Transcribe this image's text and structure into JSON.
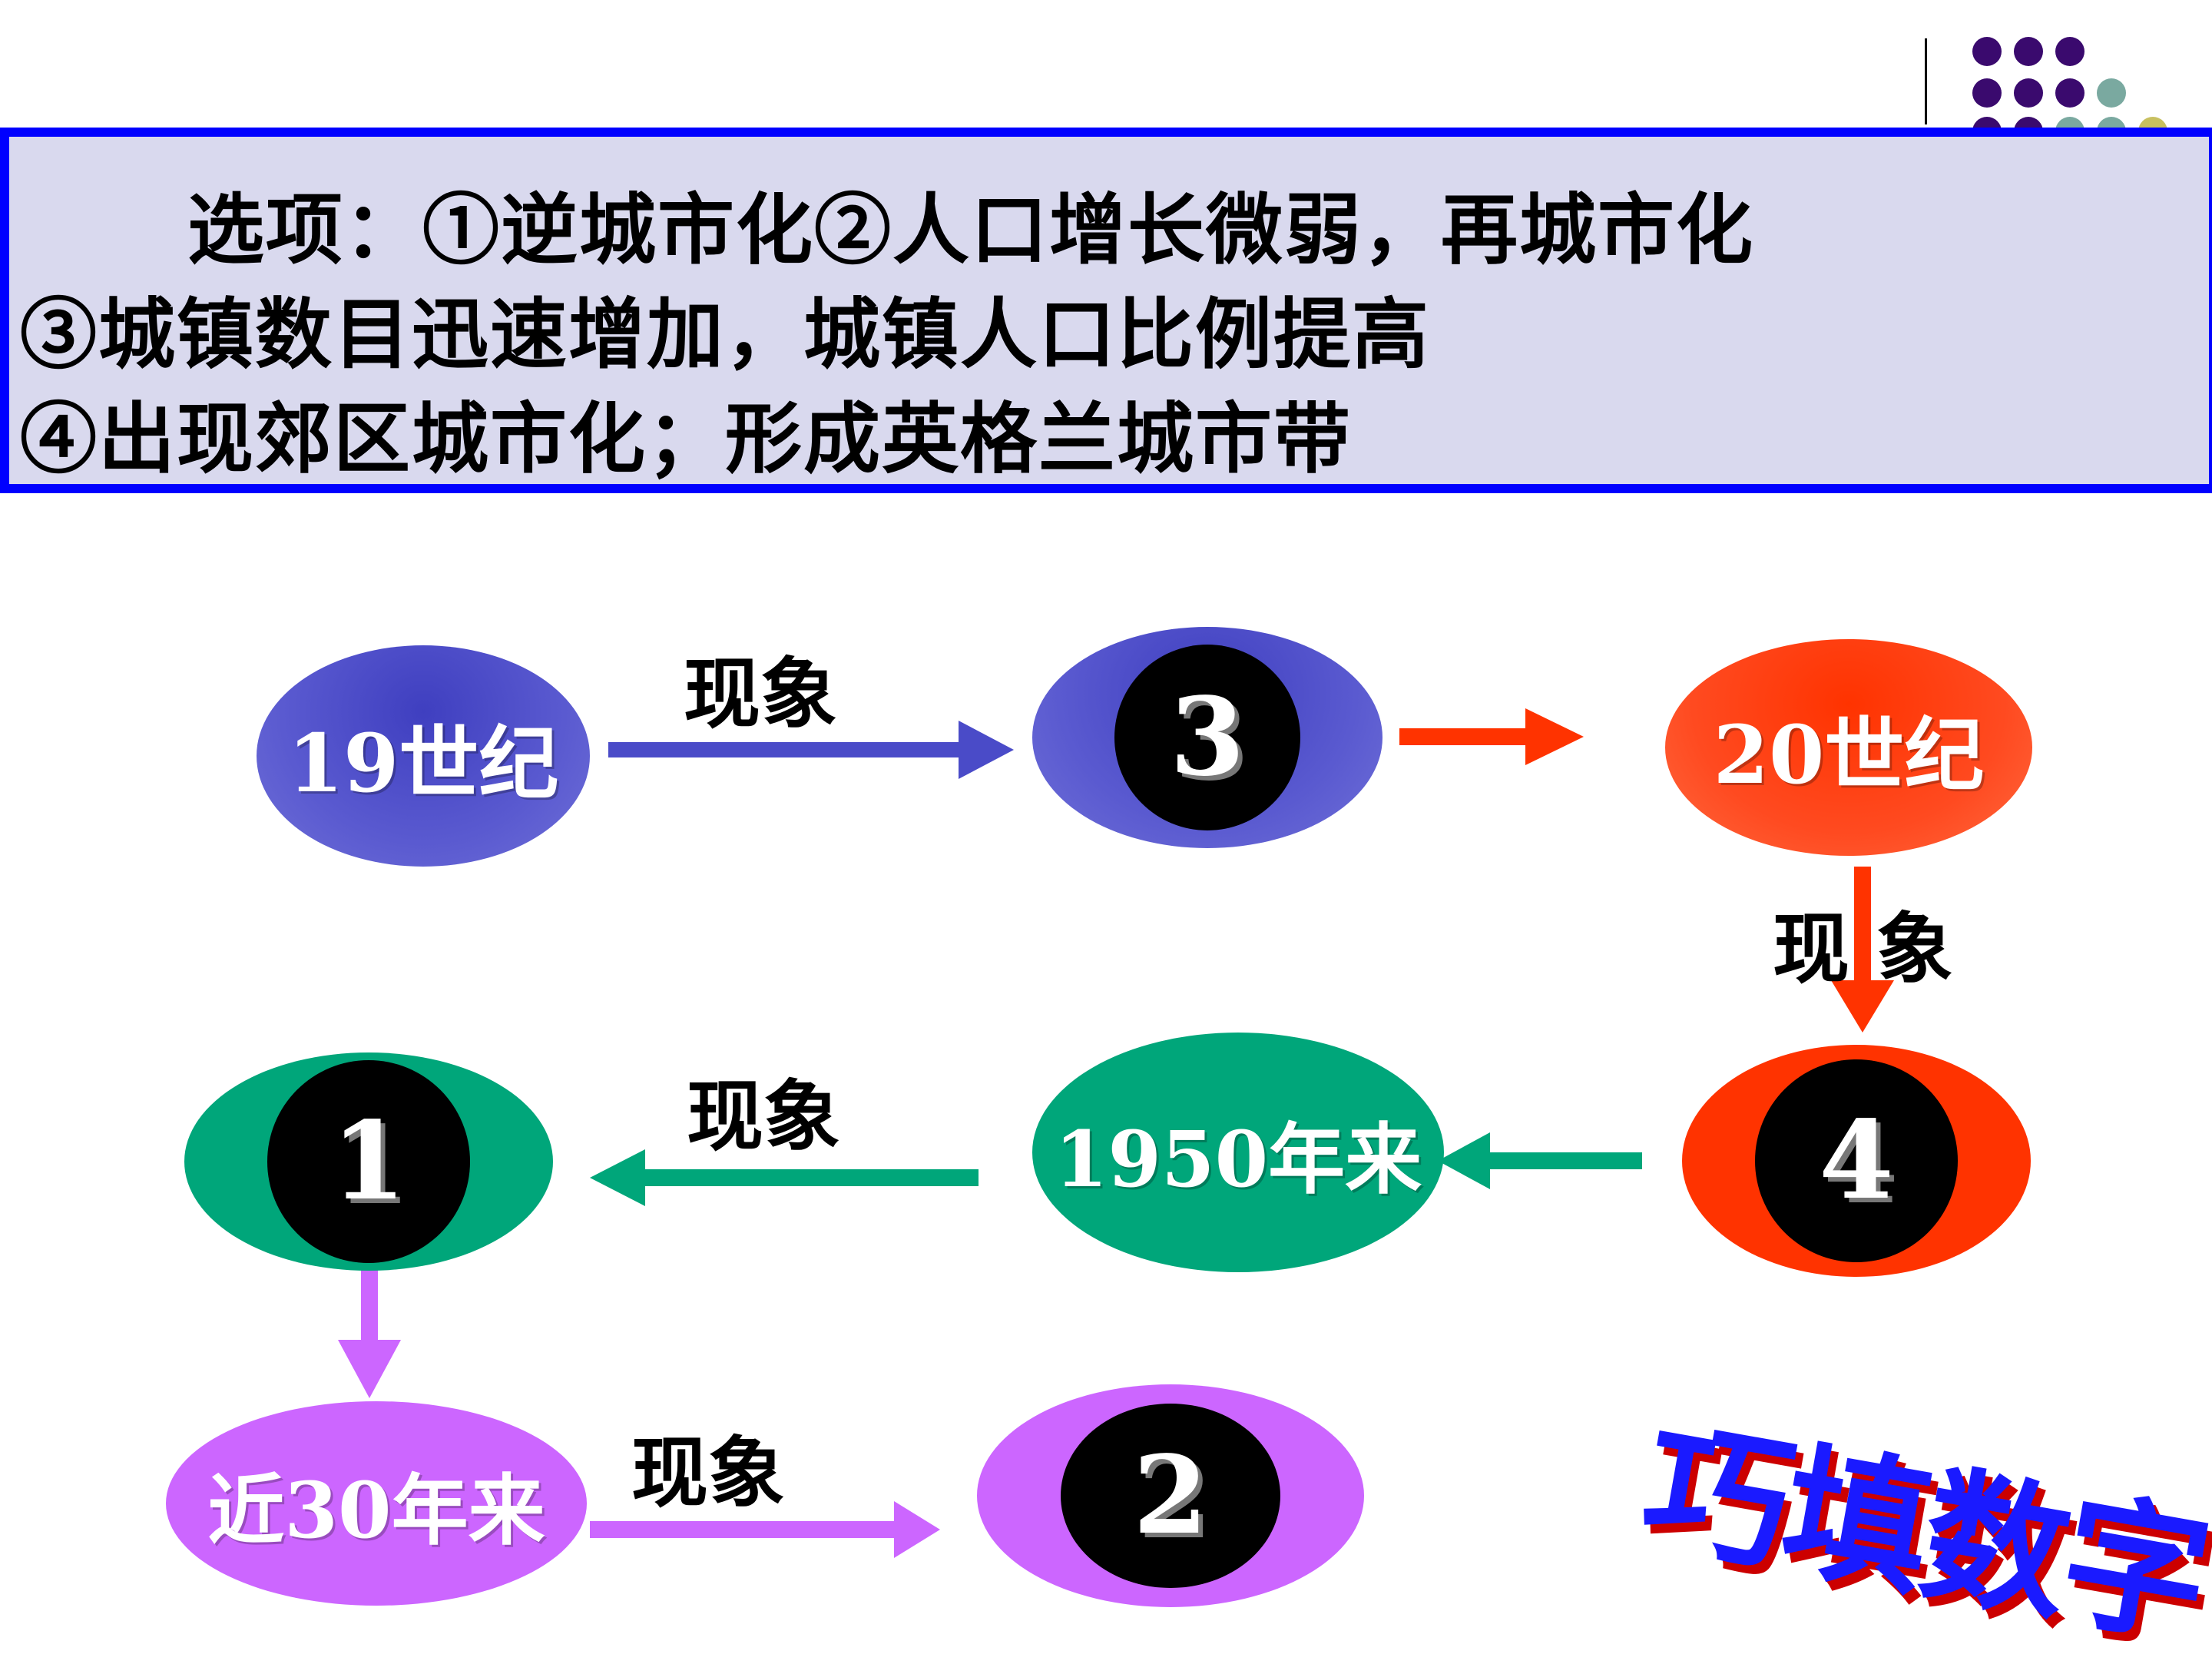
{
  "colors": {
    "blue": "#4a4bc8",
    "red": "#ff3300",
    "green": "#00a67a",
    "purple": "#cc66ff",
    "panel_border": "#0000ff",
    "panel_fill": "#d9d9ee",
    "title_blue": "#1a1aff",
    "title_shadow": "#cc0000"
  },
  "options": {
    "line1": "　　选项：①逆城市化②人口增长微弱，再城市化",
    "line2": "③城镇数目迅速增加，城镇人口比例提高",
    "line3": "④出现郊区城市化；形成英格兰城市带"
  },
  "nodes": {
    "c19": "19世纪",
    "c20": "20世纪",
    "y1950": "1950年来",
    "recent30": "近30年来",
    "blank3": "3",
    "blank4": "4",
    "blank1": "1",
    "blank2": "2"
  },
  "phenomenon": {
    "top": "现象",
    "right": "现 象",
    "middle": "现象",
    "bottom": "现象"
  },
  "title": "巧填数字"
}
